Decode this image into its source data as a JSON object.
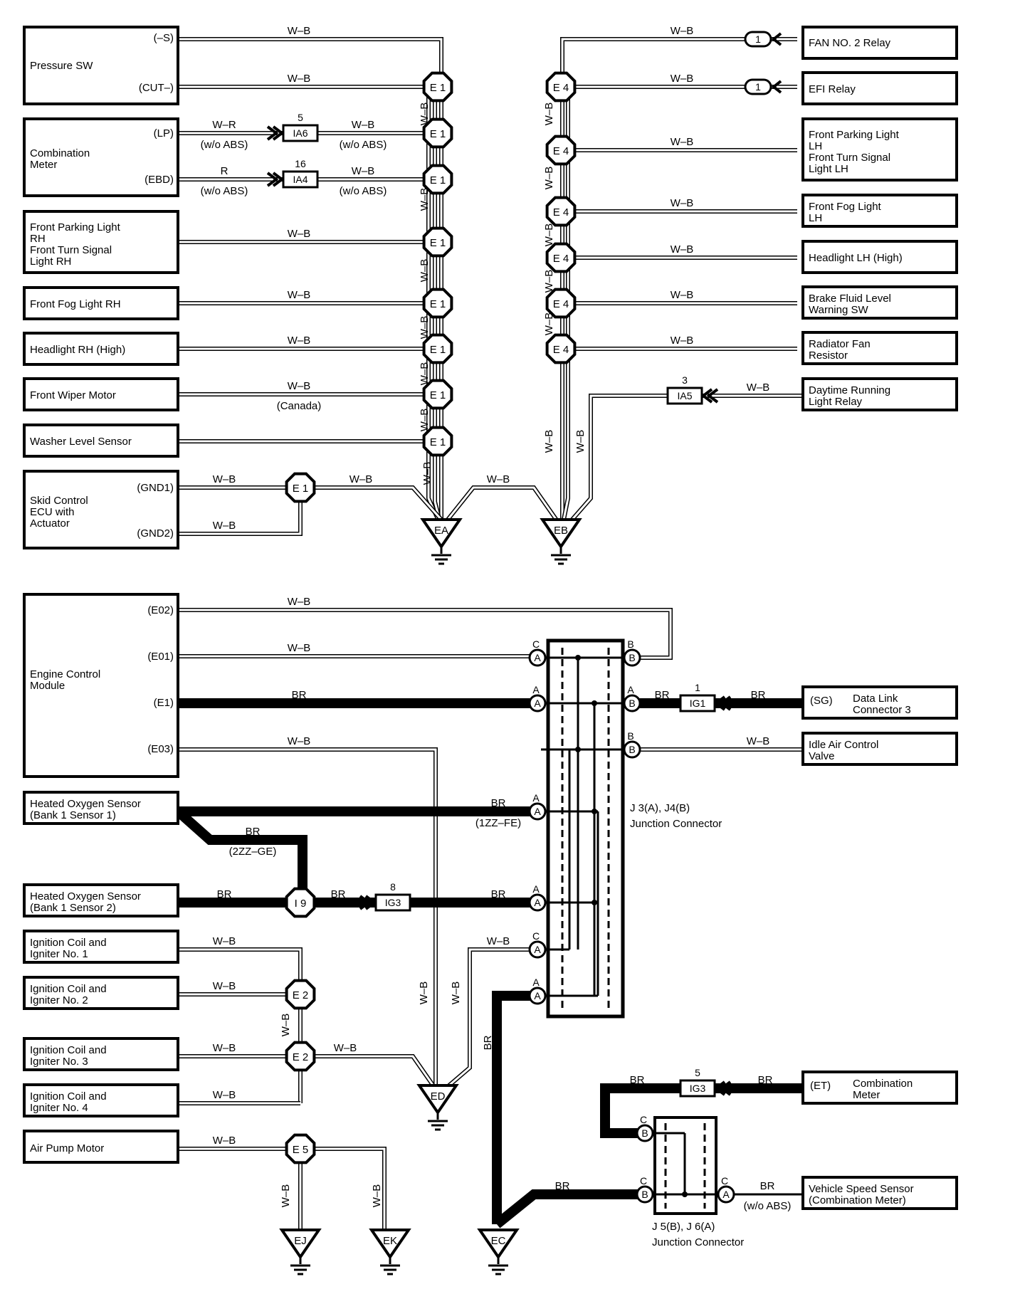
{
  "diagram": {
    "components": [
      {
        "id": "pressure_sw",
        "lines": [
          "Pressure SW"
        ],
        "pins": [
          "(–S)",
          "(CUT–)"
        ]
      },
      {
        "id": "combination_meter_top",
        "lines": [
          "Combination",
          "Meter"
        ],
        "pins": [
          "(LP)",
          "(EBD)"
        ]
      },
      {
        "id": "front_parking_rh",
        "lines": [
          "Front Parking Light",
          "RH",
          "Front Turn Signal",
          "Light RH"
        ]
      },
      {
        "id": "front_fog_rh",
        "lines": [
          "Front Fog Light RH"
        ]
      },
      {
        "id": "headlight_rh",
        "lines": [
          "Headlight RH (High)"
        ]
      },
      {
        "id": "front_wiper",
        "lines": [
          "Front Wiper Motor"
        ]
      },
      {
        "id": "washer_level",
        "lines": [
          "Washer Level Sensor"
        ]
      },
      {
        "id": "skid_control",
        "lines": [
          "Skid Control",
          "ECU with",
          "Actuator"
        ],
        "pins": [
          "(GND1)",
          "(GND2)"
        ]
      },
      {
        "id": "fan_relay",
        "lines": [
          "FAN NO. 2 Relay"
        ]
      },
      {
        "id": "efi_relay",
        "lines": [
          "EFI Relay"
        ]
      },
      {
        "id": "front_parking_lh",
        "lines": [
          "Front Parking Light",
          "LH",
          "Front Turn Signal",
          "Light LH"
        ]
      },
      {
        "id": "front_fog_lh",
        "lines": [
          "Front Fog Light",
          "LH"
        ]
      },
      {
        "id": "headlight_lh",
        "lines": [
          "Headlight LH (High)"
        ]
      },
      {
        "id": "brake_fluid",
        "lines": [
          "Brake Fluid Level",
          "Warning SW"
        ]
      },
      {
        "id": "radiator_fan",
        "lines": [
          "Radiator Fan",
          "Resistor"
        ]
      },
      {
        "id": "drl_relay",
        "lines": [
          "Daytime Running",
          "Light Relay"
        ]
      },
      {
        "id": "ecm",
        "lines": [
          "Engine Control",
          "Module"
        ],
        "pins": [
          "(E02)",
          "(E01)",
          "(E1)",
          "(E03)"
        ]
      },
      {
        "id": "ho2s_1",
        "lines": [
          "Heated Oxygen Sensor",
          "(Bank 1 Sensor 1)"
        ]
      },
      {
        "id": "ho2s_2",
        "lines": [
          "Heated Oxygen Sensor",
          "(Bank 1 Sensor 2)"
        ]
      },
      {
        "id": "ign_1",
        "lines": [
          "Ignition Coil and",
          "Igniter No. 1"
        ]
      },
      {
        "id": "ign_2",
        "lines": [
          "Ignition Coil and",
          "Igniter No. 2"
        ]
      },
      {
        "id": "ign_3",
        "lines": [
          "Ignition Coil and",
          "Igniter No. 3"
        ]
      },
      {
        "id": "ign_4",
        "lines": [
          "Ignition Coil and",
          "Igniter No. 4"
        ]
      },
      {
        "id": "air_pump",
        "lines": [
          "Air Pump Motor"
        ]
      },
      {
        "id": "dlc3",
        "lines": [
          "Data Link",
          "Connector 3"
        ],
        "pins": [
          "(SG)"
        ]
      },
      {
        "id": "iac",
        "lines": [
          "Idle Air Control",
          "Valve"
        ]
      },
      {
        "id": "combination_meter_bottom",
        "lines": [
          "Combination",
          "Meter"
        ],
        "pins": [
          "(ET)"
        ]
      },
      {
        "id": "vss",
        "lines": [
          "Vehicle Speed Sensor",
          "(Combination Meter)"
        ]
      }
    ],
    "wires": {
      "wb": "W–B",
      "wr": "W–R",
      "r": "R",
      "br": "BR",
      "wo_abs": "(w/o ABS)",
      "canada": "(Canada)",
      "fe": "(1ZZ–FE)",
      "ge": "(2ZZ–GE)"
    },
    "connectors": {
      "ia6": "IA6",
      "ia6_pin": "5",
      "ia4": "IA4",
      "ia4_pin": "16",
      "ia5": "IA5",
      "ia5_pin": "3",
      "ig1": "IG1",
      "ig1_pin": "1",
      "ig3": "IG3",
      "ig3_pin_a": "8",
      "ig3_pin_b": "5",
      "one": "1"
    },
    "splices": {
      "e1": "E 1",
      "e2": "E 2",
      "e4": "E 4",
      "e5": "E 5",
      "i9": "I 9"
    },
    "grounds": {
      "ea": "EA",
      "eb": "EB",
      "ec": "EC",
      "ed": "ED",
      "ej": "EJ",
      "ek": "EK"
    },
    "junctions": {
      "j34_label": [
        "J 3(A), J4(B)",
        "Junction Connector"
      ],
      "j56_label": [
        "J 5(B), J 6(A)",
        "Junction Connector"
      ],
      "a": "A",
      "b": "B",
      "c": "C"
    }
  }
}
